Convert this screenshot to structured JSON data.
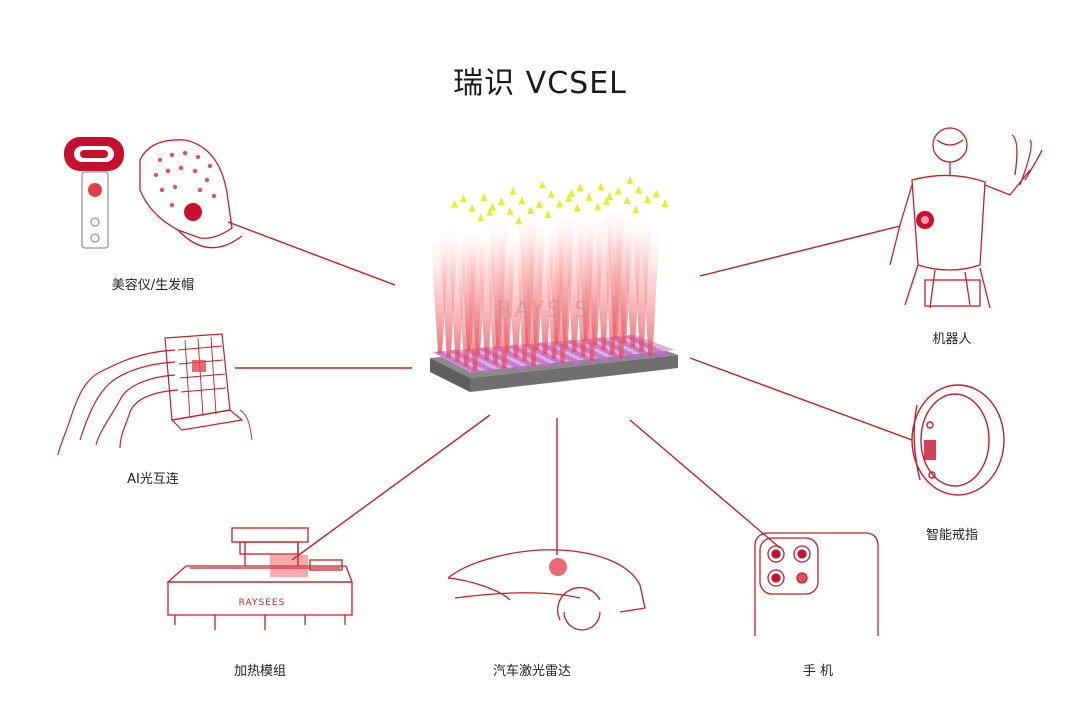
{
  "title": "瑞识 VCSEL",
  "center": {
    "watermark": "RAYS S"
  },
  "colors": {
    "accent": "#c8102e",
    "line": "#c41e2a",
    "chip_base": "#8a8a8a"
  },
  "applications": [
    {
      "id": "beauty",
      "label": "美容仪/生发帽",
      "icon": "beauty-device-and-hair-cap-icon"
    },
    {
      "id": "optical",
      "label": "AI光互连",
      "icon": "optical-interconnect-icon"
    },
    {
      "id": "heating",
      "label": "加热模组",
      "icon": "heating-module-icon",
      "brand": "RAYSEES"
    },
    {
      "id": "lidar",
      "label": "汽车激光雷达",
      "icon": "car-lidar-icon"
    },
    {
      "id": "phone",
      "label": "手 机",
      "icon": "phone-camera-icon"
    },
    {
      "id": "ring",
      "label": "智能戒指",
      "icon": "smart-ring-icon"
    },
    {
      "id": "robot",
      "label": "机器人",
      "icon": "robot-icon"
    }
  ]
}
